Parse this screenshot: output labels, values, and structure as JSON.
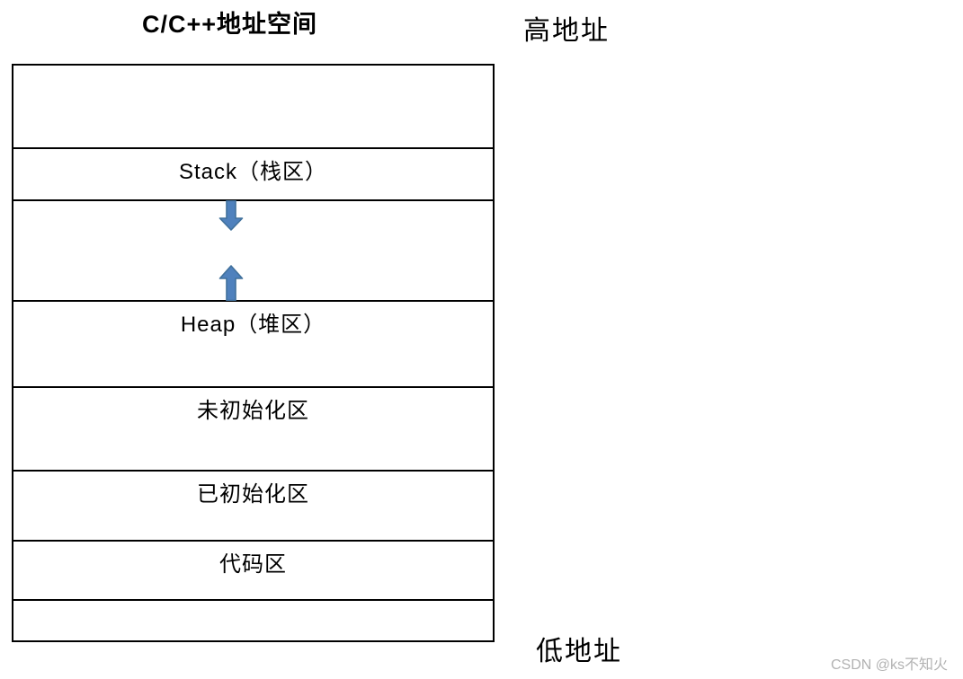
{
  "title": "C/C++地址空间",
  "labels": {
    "high_address": "高地址",
    "low_address": "低地址"
  },
  "memory_layout": {
    "rows": [
      {
        "label": ""
      },
      {
        "label": "Stack（栈区）"
      },
      {
        "label": ""
      },
      {
        "label": "Heap（堆区）"
      },
      {
        "label": "未初始化区"
      },
      {
        "label": "已初始化区"
      },
      {
        "label": "代码区"
      },
      {
        "label": ""
      }
    ]
  },
  "icons": {
    "arrow_down": "stack-grow-down-arrow",
    "arrow_up": "heap-grow-up-arrow"
  },
  "colors": {
    "arrow_fill": "#4F81BD",
    "arrow_border": "#41719C",
    "box_border": "#000000",
    "watermark_text": "#b2b2b2"
  },
  "watermark": "CSDN @ks不知火"
}
